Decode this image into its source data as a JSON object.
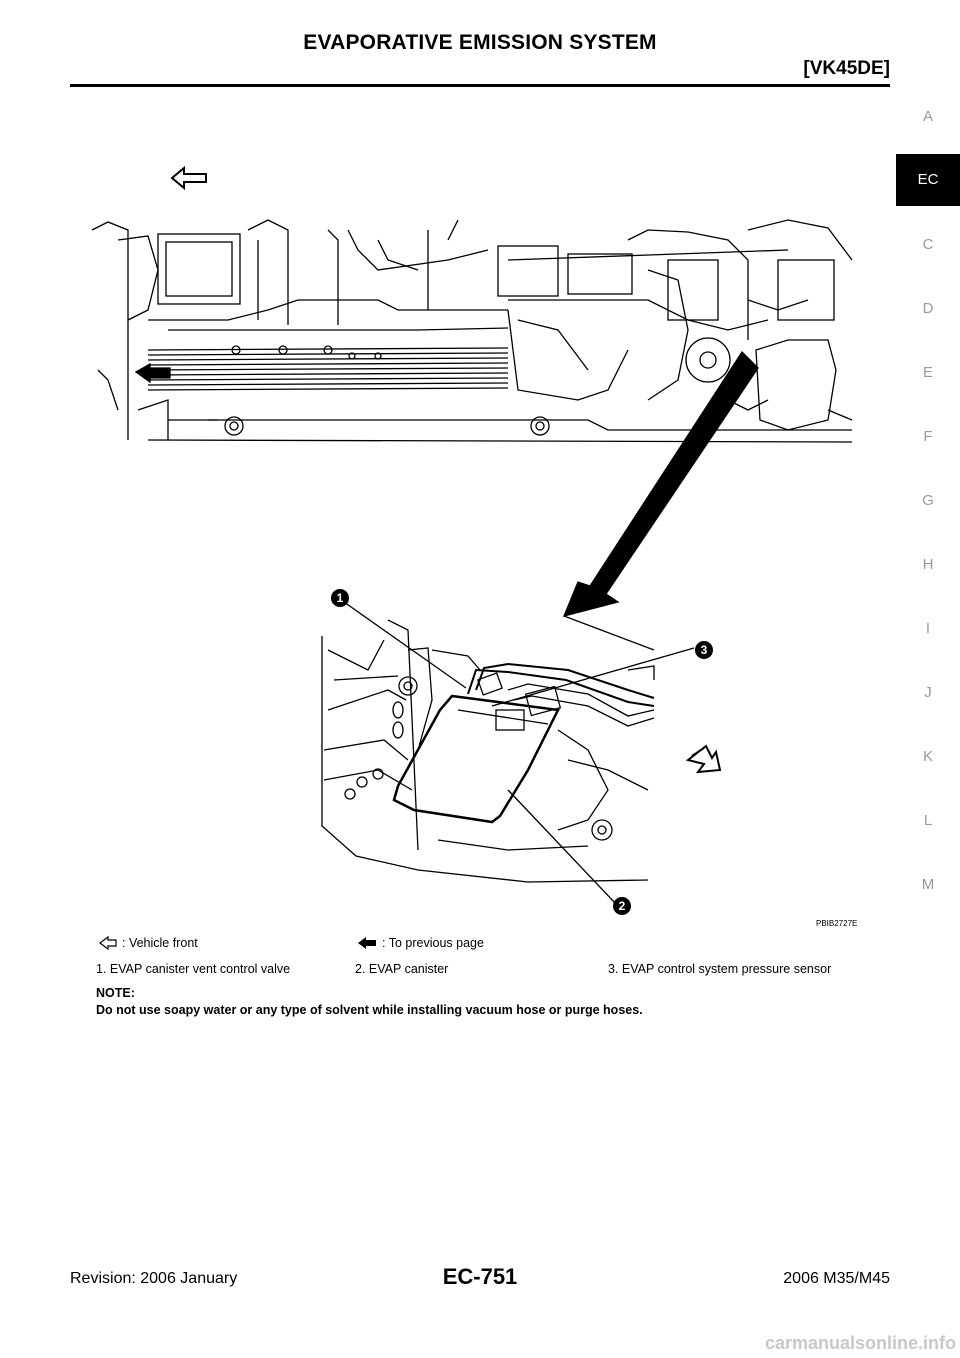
{
  "header": {
    "title": "EVAPORATIVE EMISSION SYSTEM",
    "engine": "[VK45DE]"
  },
  "section_tabs": [
    {
      "label": "A",
      "active": false
    },
    {
      "label": "EC",
      "active": true
    },
    {
      "label": "C",
      "active": false
    },
    {
      "label": "D",
      "active": false
    },
    {
      "label": "E",
      "active": false
    },
    {
      "label": "F",
      "active": false
    },
    {
      "label": "G",
      "active": false
    },
    {
      "label": "H",
      "active": false
    },
    {
      "label": "I",
      "active": false
    },
    {
      "label": "J",
      "active": false
    },
    {
      "label": "K",
      "active": false
    },
    {
      "label": "L",
      "active": false
    },
    {
      "label": "M",
      "active": false
    }
  ],
  "figure": {
    "id": "PBIB2727E",
    "callouts": [
      "1",
      "2",
      "3"
    ]
  },
  "legend": {
    "vehicle_front": ": Vehicle front",
    "previous_page": ": To previous page",
    "item1": "1.   EVAP canister vent control valve",
    "item2": "2.   EVAP canister",
    "item3": "3.   EVAP control system pressure sensor"
  },
  "note": {
    "heading": "NOTE:",
    "text": "Do not use soapy water or any type of solvent while installing vacuum hose or purge hoses."
  },
  "footer": {
    "revision": "Revision: 2006 January",
    "page": "EC-751",
    "model": "2006 M35/M45"
  },
  "watermark": "carmanualsonline.info"
}
